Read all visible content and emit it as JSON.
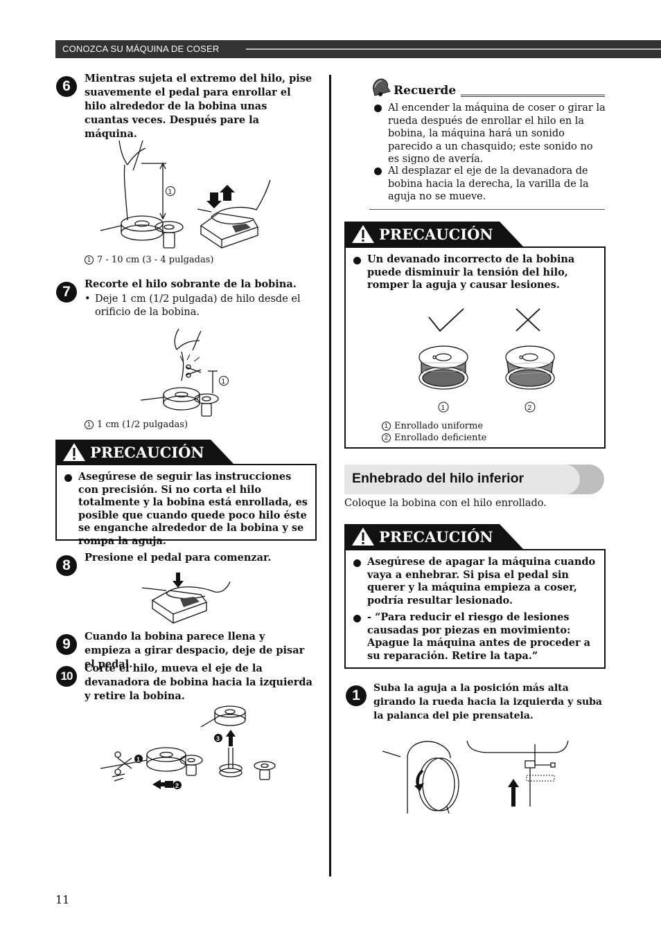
{
  "header": {
    "section_title": "CONOZCA SU MÁQUINA DE COSER"
  },
  "left": {
    "step6": {
      "number": "6",
      "text": "Mientras sujeta el extremo del hilo, pise suavemente el pedal para enrollar el hilo alrededor de la bobina unas cuantas veces. Después pare la máquina."
    },
    "fig6_callout": "1",
    "fig6_caption_num": "1",
    "fig6_caption": "7 - 10 cm (3 - 4 pulgadas)",
    "step7": {
      "number": "7",
      "text": "Recorte el hilo sobrante de la bobina.",
      "sub": "Deje 1 cm (1/2 pulgada) de hilo desde el orificio de la bobina.",
      "sub_bullet": "•"
    },
    "fig7_callout": "1",
    "fig7_caption_num": "1",
    "fig7_caption": "1 cm (1/2 pulgadas)",
    "caution1": {
      "label": "PRECAUCIÓN",
      "text": "Asegúrese de seguir las instrucciones con precisión. Si no corta el hilo totalmente y la bobina está enrollada, es posible que cuando quede poco hilo éste se enganche alrededor de la bobina y se rompa la aguja."
    },
    "step8": {
      "number": "8",
      "text": "Presione el pedal para comenzar."
    },
    "step9": {
      "number": "9",
      "text": "Cuando la bobina parece llena y empieza a girar despacio, deje de pisar el pedal."
    },
    "step10": {
      "number": "10",
      "text": "Corte el hilo, mueva el eje de la devanadora de bobina hacia la izquierda y retire la bobina."
    },
    "fig10_labels": [
      "1",
      "2",
      "3"
    ]
  },
  "right": {
    "recuerde": {
      "title": "Recuerde",
      "items": [
        "Al encender la máquina de coser o girar la rueda después de enrollar el hilo en la bobina, la máquina hará un sonido parecido a un chasquido; este sonido no es signo de avería.",
        "Al desplazar el eje de la devanadora de bobina hacia la derecha, la varilla de la aguja no se mueve."
      ]
    },
    "caution2": {
      "label": "PRECAUCIÓN",
      "text": "Un devanado incorrecto de la bobina puede disminuir la tensión del hilo, romper la aguja y causar lesiones.",
      "fig_labels": [
        "1",
        "2"
      ],
      "captions": [
        {
          "num": "1",
          "text": "Enrollado uniforme"
        },
        {
          "num": "2",
          "text": "Enrollado deficiente"
        }
      ]
    },
    "section": {
      "title": "Enhebrado del hilo inferior",
      "intro": "Coloque la bobina con el hilo enrollado."
    },
    "caution3": {
      "label": "PRECAUCIÓN",
      "items": [
        "Asegúrese de apagar la máquina cuando vaya a enhebrar. Si pisa el pedal sin querer y la máquina empieza a coser, podría resultar lesionado.",
        "- “Para reducir el riesgo de lesiones causadas por piezas en movimiento: Apague la máquina antes de proceder a su reparación. Retire la tapa.”"
      ]
    },
    "step1": {
      "number": "1",
      "text": "Suba la aguja a la posición más alta girando la rueda hacia la izquierda y suba la palanca del pie prensatela."
    }
  },
  "page_number": "11"
}
